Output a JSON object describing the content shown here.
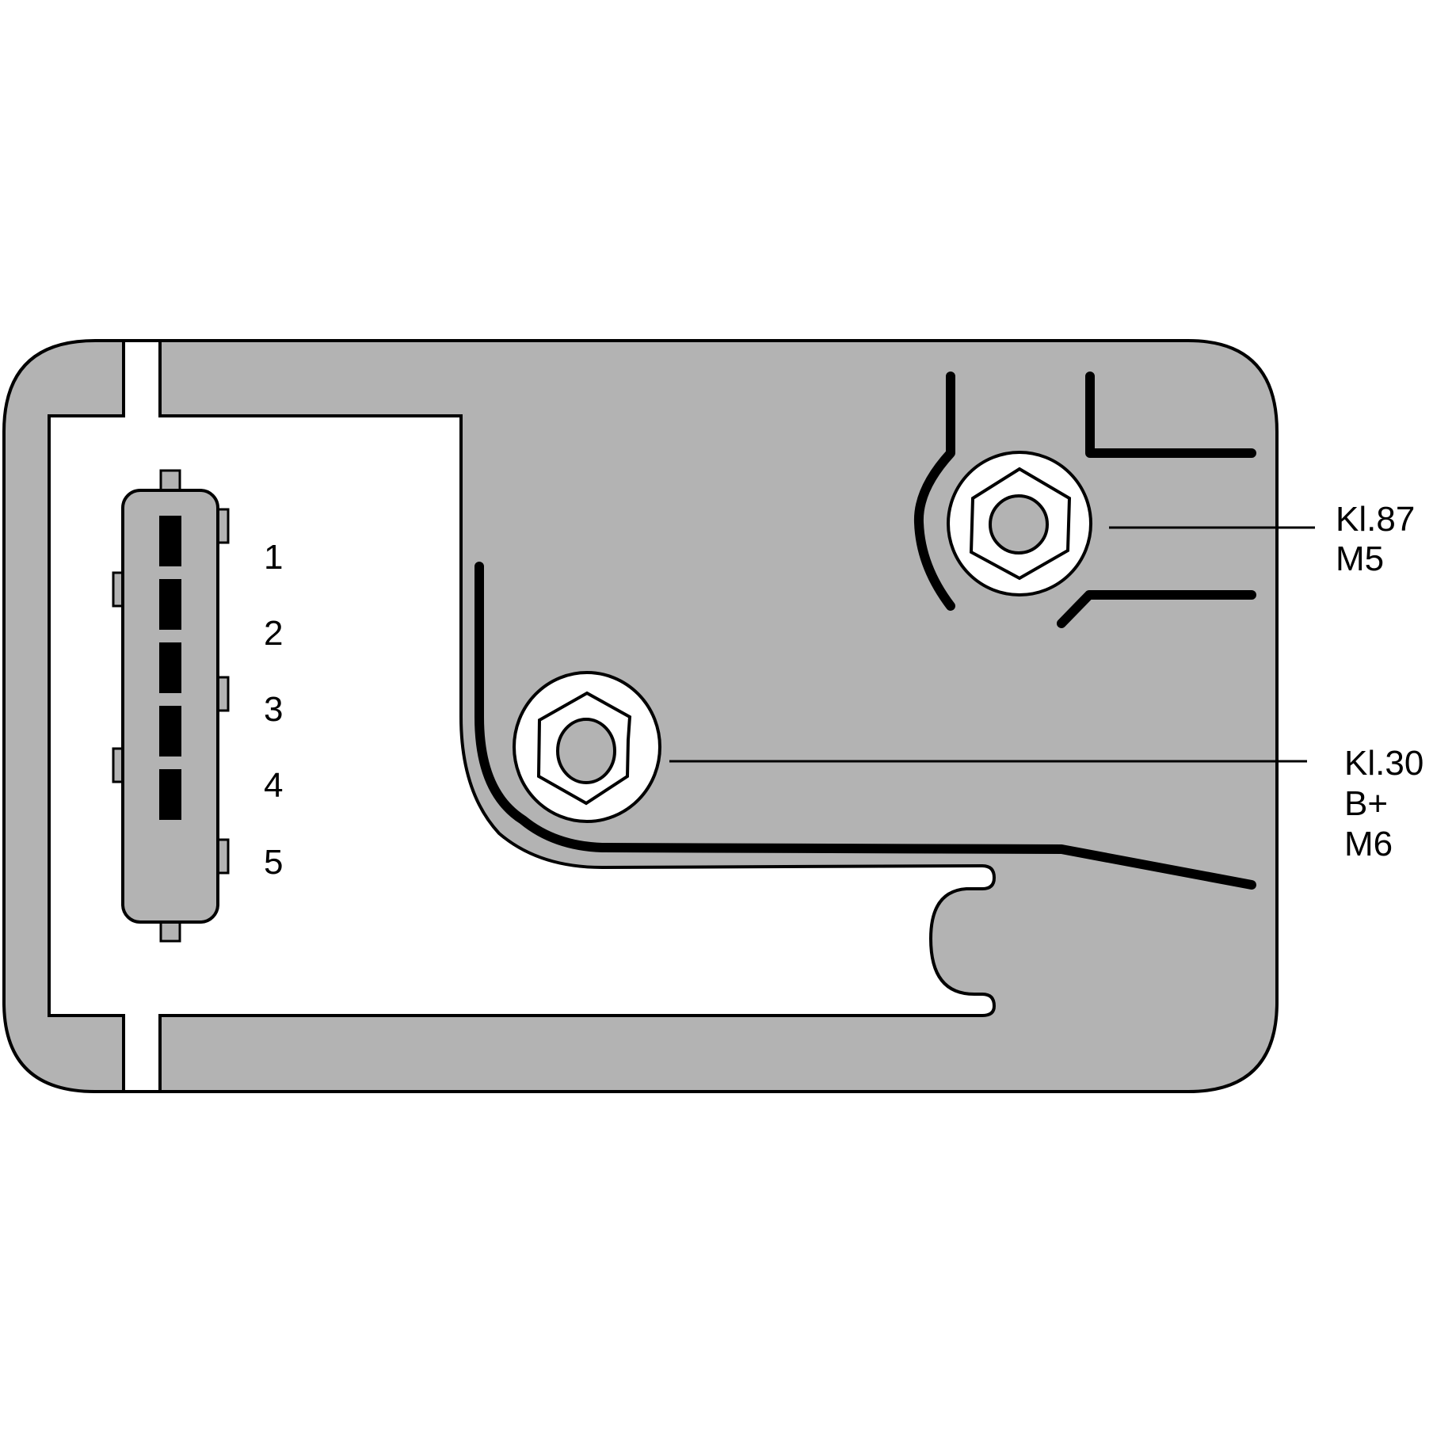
{
  "diagram": {
    "type": "connector-pinout",
    "colors": {
      "housing_fill": "#b3b3b3",
      "background": "#ffffff",
      "stroke": "#000000"
    },
    "connector": {
      "pins": [
        {
          "number": "1"
        },
        {
          "number": "2"
        },
        {
          "number": "3"
        },
        {
          "number": "4"
        },
        {
          "number": "5"
        }
      ]
    },
    "terminals": [
      {
        "id": "kl87",
        "lines": [
          "Kl.87",
          "M5"
        ]
      },
      {
        "id": "kl30",
        "lines": [
          "Kl.30",
          "B+",
          "M6"
        ]
      }
    ]
  }
}
